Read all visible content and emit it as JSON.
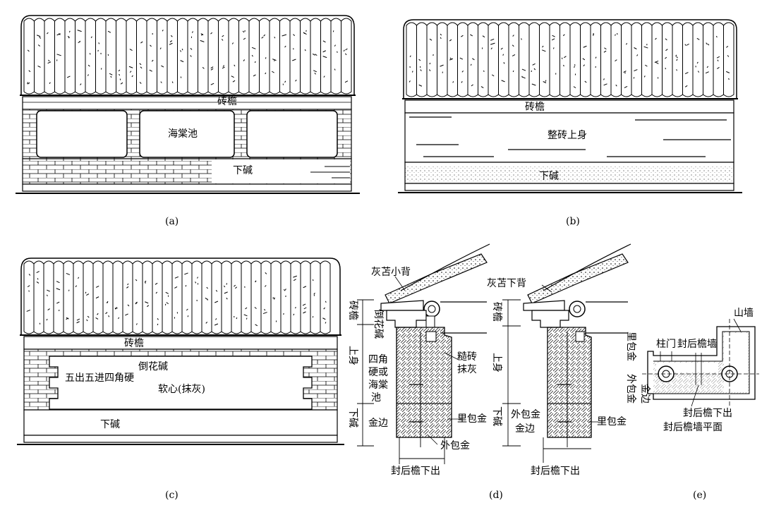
{
  "panels": {
    "a": {
      "caption": "(a)",
      "labels": {
        "eave": "砖檐",
        "panel": "海棠池",
        "base": "下碱"
      }
    },
    "b": {
      "caption": "(b)",
      "labels": {
        "eave": "砖檐",
        "body": "整砖上身",
        "base": "下碱"
      }
    },
    "c": {
      "caption": "(c)",
      "labels": {
        "eave": "砖檐",
        "flower": "倒花碱",
        "wuchu": "五出五进四角硬",
        "core": "软心(抹灰)",
        "base": "下碱"
      }
    },
    "d": {
      "caption": "(d)",
      "labels": {
        "ridge": "灰苫小背",
        "eave": "砖檐",
        "flower": "倒花碱",
        "body": "上身",
        "corner1": "四角",
        "corner2": "硬或",
        "haitang1": "海棠",
        "haitang2": "池",
        "brick1": "糙砖",
        "brick2": "抹灰",
        "base": "下碱",
        "jinbian": "金边",
        "inner": "里包金",
        "outer": "外包金",
        "overhang": "封后檐下出"
      }
    },
    "d2": {
      "labels": {
        "ridge": "灰苫下背",
        "eave": "砖檐",
        "body": "上身",
        "base": "下碱",
        "outer": "外包金",
        "jinbian": "金边",
        "inner": "里包金",
        "overhang": "封后檐下出"
      }
    },
    "e": {
      "caption": "(e)",
      "labels": {
        "gable": "山墙",
        "inner": "里包金",
        "column": "柱门",
        "rearwall": "封后檐墙",
        "outer": "外包金",
        "jinbian": "金边",
        "overhang": "封后檐下出",
        "plan": "封后檐墙平面"
      }
    }
  }
}
